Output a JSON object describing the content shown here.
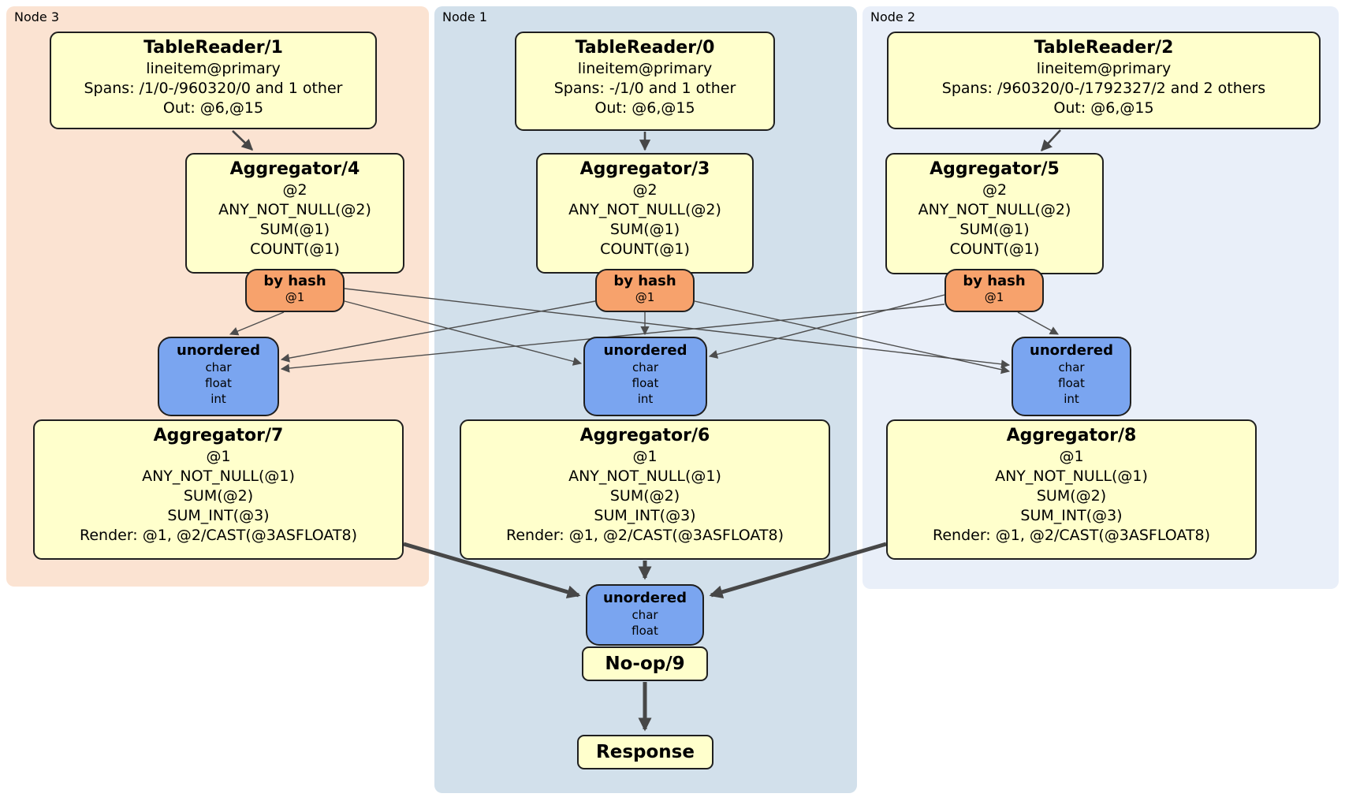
{
  "colors": {
    "node3_bg": "#FBE3D2",
    "node1_bg": "#D2E0EB",
    "node2_bg": "#E9EFF9",
    "processor_box": "#FFFFCC",
    "router_box": "#F7A26C",
    "sync_box": "#7AA5F0",
    "edge_thin": "#4D4D4D",
    "edge_thick": "#474747"
  },
  "node3": {
    "label": "Node 3",
    "tablereader": {
      "title": "TableReader/1",
      "lines": [
        "lineitem@primary",
        "Spans: /1/0-/960320/0 and 1 other",
        "Out: @6,@15"
      ]
    },
    "aggregator_top": {
      "title": "Aggregator/4",
      "lines": [
        "@2",
        "ANY_NOT_NULL(@2)",
        "SUM(@1)",
        "COUNT(@1)"
      ]
    },
    "router": {
      "title": "by hash",
      "lines": [
        "@1"
      ]
    },
    "sync": {
      "title": "unordered",
      "lines": [
        "char",
        "float",
        "int"
      ]
    },
    "aggregator_bottom": {
      "title": "Aggregator/7",
      "lines": [
        "@1",
        "ANY_NOT_NULL(@1)",
        "SUM(@2)",
        "SUM_INT(@3)",
        "Render: @1, @2/CAST(@3ASFLOAT8)"
      ]
    }
  },
  "node1": {
    "label": "Node 1",
    "tablereader": {
      "title": "TableReader/0",
      "lines": [
        "lineitem@primary",
        "Spans: -/1/0 and 1 other",
        "Out: @6,@15"
      ]
    },
    "aggregator_top": {
      "title": "Aggregator/3",
      "lines": [
        "@2",
        "ANY_NOT_NULL(@2)",
        "SUM(@1)",
        "COUNT(@1)"
      ]
    },
    "router": {
      "title": "by hash",
      "lines": [
        "@1"
      ]
    },
    "sync": {
      "title": "unordered",
      "lines": [
        "char",
        "float",
        "int"
      ]
    },
    "aggregator_bottom": {
      "title": "Aggregator/6",
      "lines": [
        "@1",
        "ANY_NOT_NULL(@1)",
        "SUM(@2)",
        "SUM_INT(@3)",
        "Render: @1, @2/CAST(@3ASFLOAT8)"
      ]
    }
  },
  "node2": {
    "label": "Node 2",
    "tablereader": {
      "title": "TableReader/2",
      "lines": [
        "lineitem@primary",
        "Spans: /960320/0-/1792327/2 and 2 others",
        "Out: @6,@15"
      ]
    },
    "aggregator_top": {
      "title": "Aggregator/5",
      "lines": [
        "@2",
        "ANY_NOT_NULL(@2)",
        "SUM(@1)",
        "COUNT(@1)"
      ]
    },
    "router": {
      "title": "by hash",
      "lines": [
        "@1"
      ]
    },
    "sync": {
      "title": "unordered",
      "lines": [
        "char",
        "float",
        "int"
      ]
    },
    "aggregator_bottom": {
      "title": "Aggregator/8",
      "lines": [
        "@1",
        "ANY_NOT_NULL(@1)",
        "SUM(@2)",
        "SUM_INT(@3)",
        "Render: @1, @2/CAST(@3ASFLOAT8)"
      ]
    }
  },
  "center": {
    "sync": {
      "title": "unordered",
      "lines": [
        "char",
        "float"
      ]
    },
    "noop": {
      "title": "No-op/9"
    },
    "response": {
      "title": "Response"
    }
  }
}
